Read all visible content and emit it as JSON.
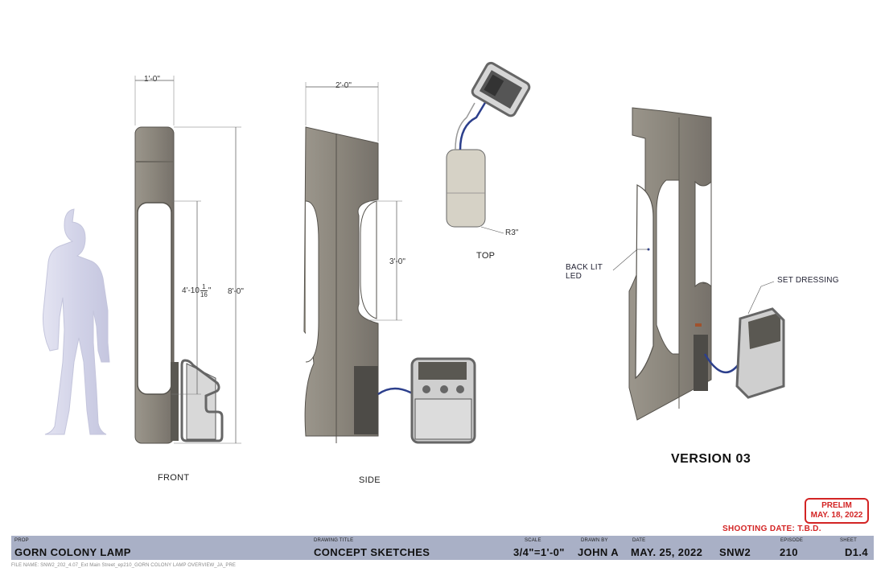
{
  "dimensions": {
    "front_width": "1'-0\"",
    "front_height": "8'-0\"",
    "front_window": "4'-10",
    "front_window_frac_num": "1",
    "front_window_frac_den": "16",
    "front_window_suffix": "\"",
    "side_width": "2'-0\"",
    "side_window": "3'-0\"",
    "top_radius": "R3\""
  },
  "views": {
    "front": "FRONT",
    "side": "SIDE",
    "top": "TOP"
  },
  "callouts": {
    "backlit_line1": "BACK LIT",
    "backlit_line2": "LED",
    "set_dressing": "SET DRESSING"
  },
  "version": "VERSION 03",
  "stamp": {
    "line1": "PRELIM",
    "line2": "MAY. 18, 2022"
  },
  "shooting_date": "SHOOTING DATE:  T.B.D.",
  "titleblock": {
    "prop_label": "PROP",
    "prop": "GORN COLONY LAMP",
    "drawing_title_label": "DRAWING TITLE",
    "drawing_title": "CONCEPT SKETCHES",
    "scale_label": "SCALE",
    "scale": "3/4\"=1'-0\"",
    "drawn_by_label": "DRAWN BY",
    "drawn_by": "JOHN A",
    "date_label": "DATE",
    "date": "MAY. 25, 2022",
    "show": "SNW2",
    "episode_label": "EPISODE",
    "episode": "210",
    "sheet_label": "SHEET",
    "sheet": "D1.4"
  },
  "file_name": "FILE NAME: SNW2_202_4.07_Ext Main Street_ep210_GORN COLONY LAMP OVERVIEW_JA_PRE",
  "colors": {
    "lamp_body": "#8a857b",
    "lamp_dark": "#6e6a62",
    "glow": "#ffffff",
    "cable": "#2c3f8c",
    "titlebar": "#a9b0c6",
    "stamp_red": "#d32424"
  }
}
